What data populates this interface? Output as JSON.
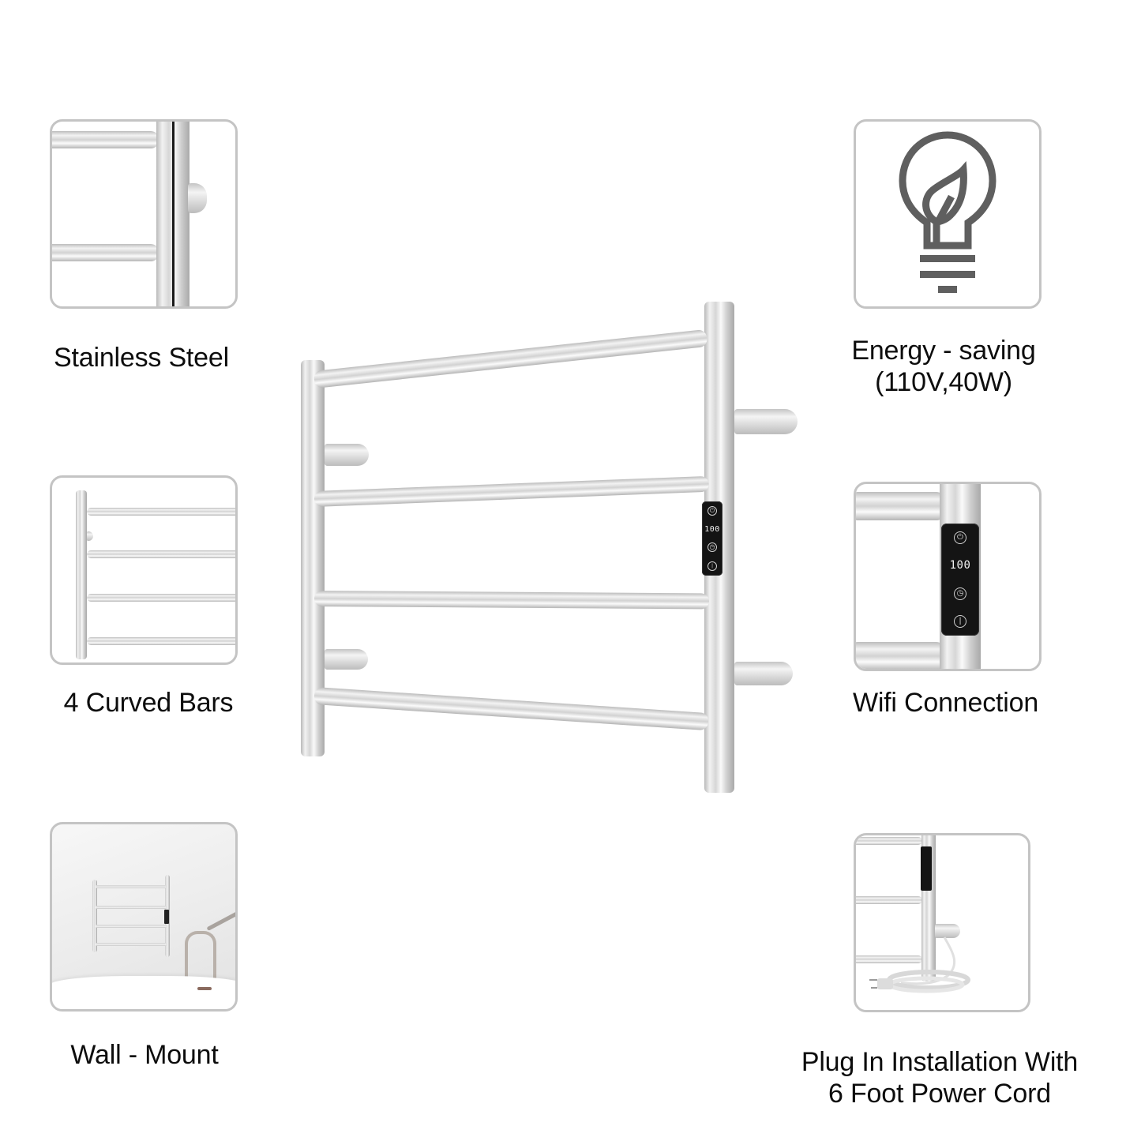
{
  "features": {
    "stainless_steel": {
      "label": "Stainless Steel",
      "icon": "steel-rail-closeup"
    },
    "curved_bars": {
      "label": "4 Curved Bars",
      "icon": "four-bar-rack"
    },
    "wall_mount": {
      "label": "Wall - Mount",
      "icon": "bathroom-scene"
    },
    "energy_saving": {
      "label_line1": "Energy - saving",
      "label_line2": "(110V,40W)",
      "icon": "lightbulb-leaf-icon"
    },
    "wifi": {
      "label": "Wifi Connection",
      "icon": "control-panel-closeup"
    },
    "plug_in": {
      "label_line1": "Plug In Installation With",
      "label_line2": "6 Foot Power Cord",
      "icon": "power-cord-plug"
    }
  },
  "control_panel": {
    "display_value": "100",
    "buttons": [
      "power-icon",
      "clock-icon",
      "thermometer-icon"
    ],
    "power_glyph": "⏻",
    "clock_glyph": "◷",
    "temp_glyph": "🌡"
  },
  "colors": {
    "card_border": "#c4c4c4",
    "icon_gray": "#5f5f5f",
    "panel_black": "#141414",
    "text": "#0d0d0d"
  }
}
